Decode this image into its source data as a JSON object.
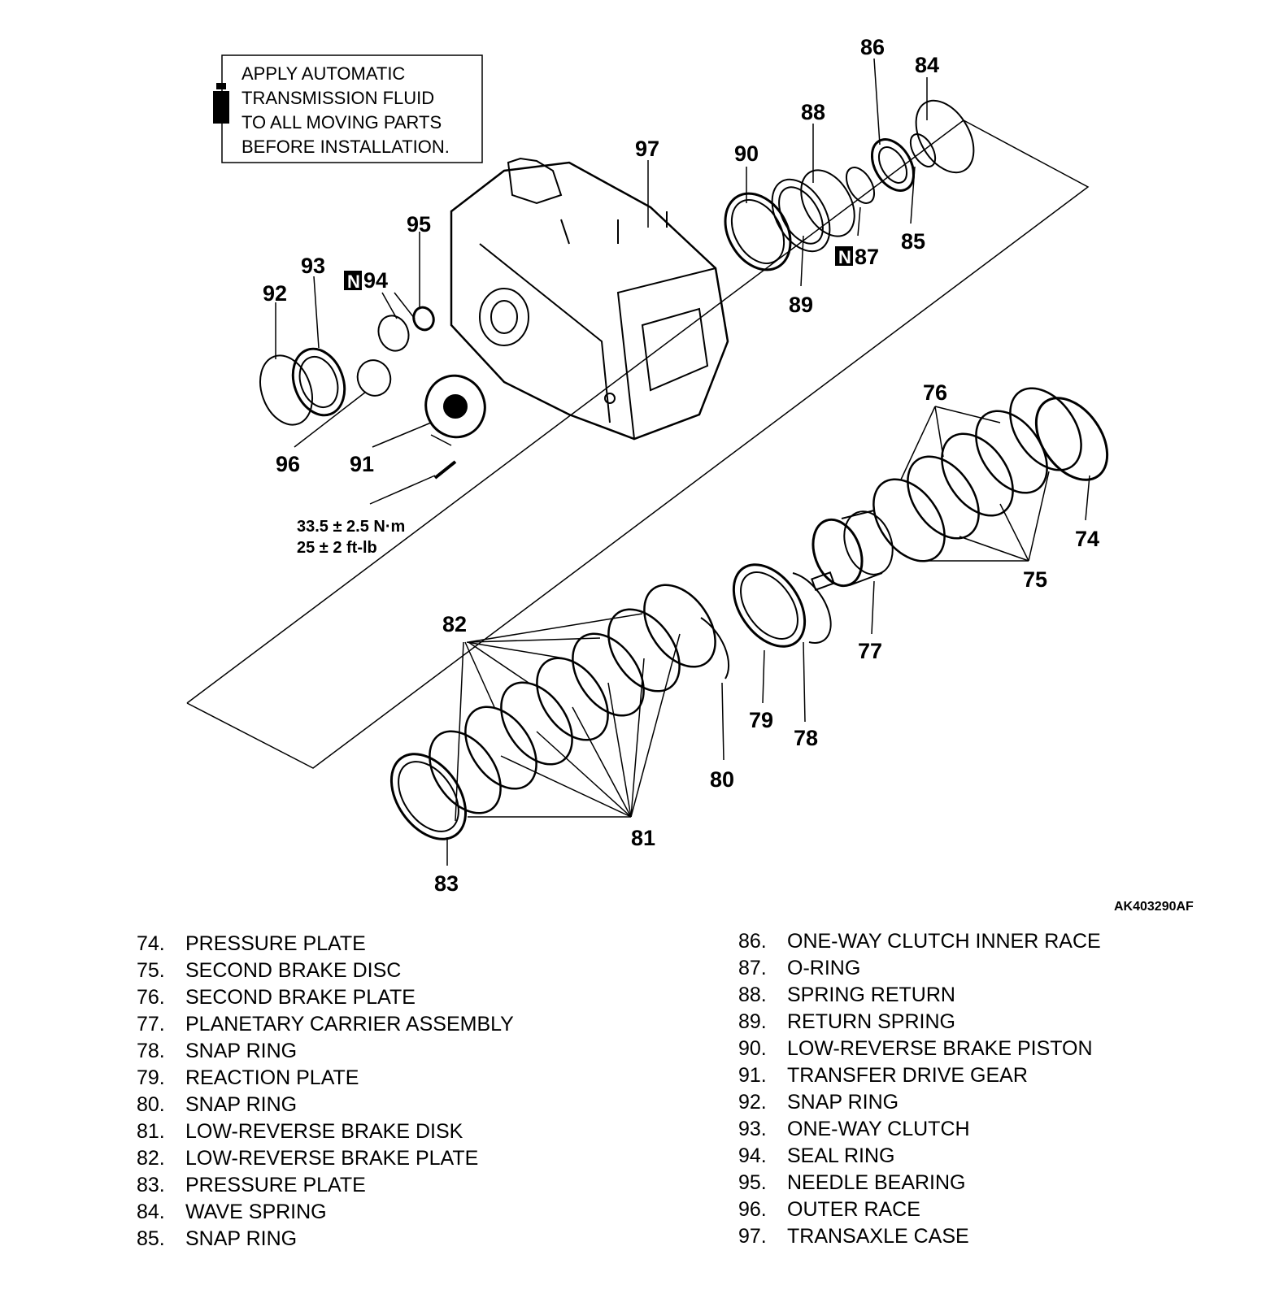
{
  "figure_id": "AK403290AF",
  "note": {
    "lines": [
      "APPLY AUTOMATIC",
      "TRANSMISSION FLUID",
      "TO ALL MOVING PARTS",
      "BEFORE INSTALLATION."
    ]
  },
  "torque": {
    "line1": "33.5 ± 2.5 N·m",
    "line2": "25 ± 2 ft-lb"
  },
  "callouts": {
    "c74": "74",
    "c75": "75",
    "c76": "76",
    "c77": "77",
    "c78": "78",
    "c79": "79",
    "c80": "80",
    "c81": "81",
    "c82": "82",
    "c83": "83",
    "c84": "84",
    "c85": "85",
    "c86": "86",
    "c87": "87",
    "c88": "88",
    "c89": "89",
    "c90": "90",
    "c91": "91",
    "c92": "92",
    "c93": "93",
    "c94": "94",
    "c95": "95",
    "c96": "96",
    "c97": "97"
  },
  "new_part_mark": "N",
  "legend_left": [
    {
      "num": "74.",
      "name": "PRESSURE PLATE"
    },
    {
      "num": "75.",
      "name": "SECOND BRAKE DISC"
    },
    {
      "num": "76.",
      "name": "SECOND BRAKE PLATE"
    },
    {
      "num": "77.",
      "name": "PLANETARY CARRIER ASSEMBLY"
    },
    {
      "num": "78.",
      "name": "SNAP RING"
    },
    {
      "num": "79.",
      "name": "REACTION PLATE"
    },
    {
      "num": "80.",
      "name": "SNAP RING"
    },
    {
      "num": "81.",
      "name": "LOW-REVERSE BRAKE DISK"
    },
    {
      "num": "82.",
      "name": "LOW-REVERSE BRAKE PLATE"
    },
    {
      "num": "83.",
      "name": "PRESSURE PLATE"
    },
    {
      "num": "84.",
      "name": "WAVE SPRING"
    },
    {
      "num": "85.",
      "name": "SNAP RING"
    }
  ],
  "legend_right": [
    {
      "num": "86.",
      "name": "ONE-WAY CLUTCH INNER RACE"
    },
    {
      "num": "87.",
      "name": "O-RING"
    },
    {
      "num": "88.",
      "name": "SPRING RETURN"
    },
    {
      "num": "89.",
      "name": "RETURN SPRING"
    },
    {
      "num": "90.",
      "name": "LOW-REVERSE BRAKE PISTON"
    },
    {
      "num": "91.",
      "name": "TRANSFER DRIVE GEAR"
    },
    {
      "num": "92.",
      "name": "SNAP RING"
    },
    {
      "num": "93.",
      "name": "ONE-WAY CLUTCH"
    },
    {
      "num": "94.",
      "name": "SEAL RING"
    },
    {
      "num": "95.",
      "name": "NEEDLE BEARING"
    },
    {
      "num": "96.",
      "name": "OUTER RACE"
    },
    {
      "num": "97.",
      "name": "TRANSAXLE CASE"
    }
  ]
}
